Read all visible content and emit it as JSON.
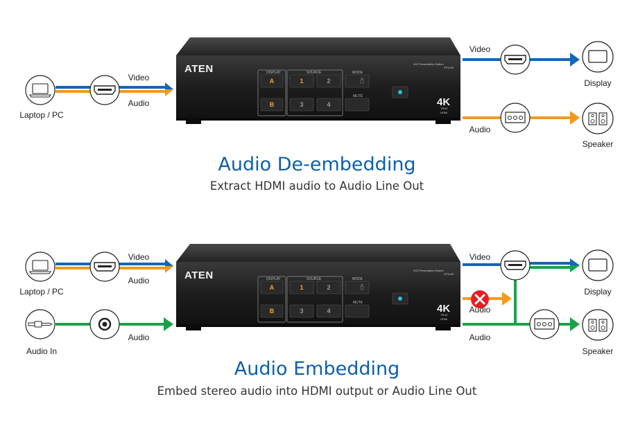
{
  "colors": {
    "video": "#1565b8",
    "audio": "#f29a1c",
    "audio_in": "#1ea04a",
    "title": "#0d5fae",
    "device_body": "#1e1e1e",
    "button_lit": "#f0a040",
    "error": "#e41e26"
  },
  "top_section": {
    "title": "Audio De-embedding",
    "subtitle": "Extract HDMI audio to Audio Line Out",
    "left": {
      "source_label": "Laptop / PC",
      "video_label": "Video",
      "audio_label": "Audio"
    },
    "right": {
      "video_label": "Video",
      "display_label": "Display",
      "audio_label": "Audio",
      "speaker_label": "Speaker"
    }
  },
  "bottom_section": {
    "title": "Audio Embedding",
    "subtitle": "Embed stereo audio into HDMI output or Audio Line Out",
    "left": {
      "source_label": "Laptop / PC",
      "video_label": "Video",
      "audio_label": "Audio",
      "audio_in_label": "Audio In",
      "audio_in_line_label": "Audio"
    },
    "right": {
      "video_label": "Video",
      "display_label": "Display",
      "blocked_audio_label": "Audio",
      "audio_label": "Audio",
      "speaker_label": "Speaker"
    }
  },
  "device": {
    "brand": "ATEN",
    "model_line": "4X2 Presentation Switch",
    "model_code": "VP1420",
    "display_header": "DISPLAY",
    "source_header": "SOURCE",
    "mode_header": "MODE",
    "mute_header": "MUTE",
    "display_buttons": [
      "A",
      "B"
    ],
    "source_buttons": [
      "1",
      "2",
      "3",
      "4"
    ],
    "badge_4k": "4K",
    "badge_true": "TRUE",
    "badge_hdmi": "HDMI"
  },
  "icons": [
    "laptop-icon",
    "hdmi-port-icon",
    "monitor-icon",
    "audio-terminal-icon",
    "speaker-icon",
    "audio-jack-icon",
    "error-x-icon"
  ]
}
